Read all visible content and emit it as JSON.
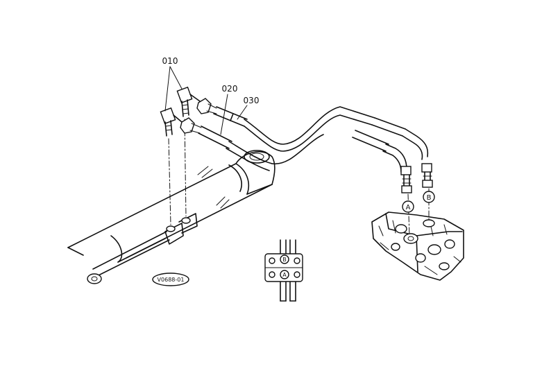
{
  "callouts": {
    "fitting": "010",
    "hose_a": "020",
    "hose_b": "030"
  },
  "ports": {
    "a": "A",
    "b": "B"
  },
  "inset": {
    "port_b": "B",
    "port_a": "A"
  },
  "drawing_code": "V0688-01"
}
